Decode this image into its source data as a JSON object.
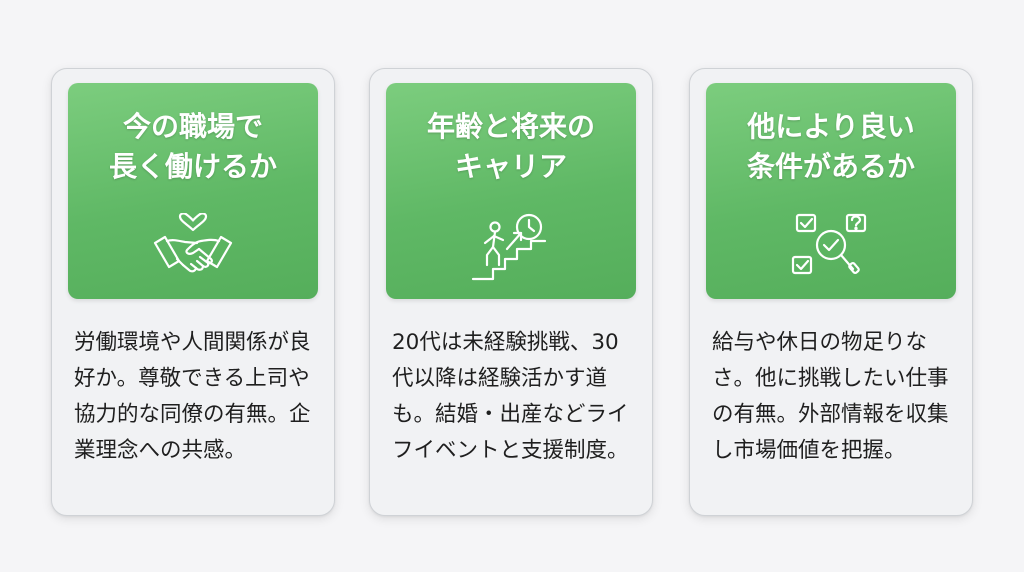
{
  "cards": [
    {
      "title": "今の職場で\n長く働けるか",
      "icon": "handshake-heart-icon",
      "body": "労働環境や人間関係が良好か。尊敬できる上司や協力的な同僚の有無。企業理念への共感。"
    },
    {
      "title": "年齢と将来の\nキャリア",
      "icon": "career-stairs-clock-icon",
      "body": "20代は未経験挑戦、30代以降は経験活かす道も。結婚・出産などライフイベントと支援制度。"
    },
    {
      "title": "他により良い\n条件があるか",
      "icon": "checklist-magnifier-icon",
      "body": "給与や休日の物足りなさ。他に挑戦したい仕事の有無。外部情報を収集し市場価値を把握。"
    }
  ],
  "colors": {
    "header_green": "#5fb865",
    "card_background": "#f1f2f4",
    "text": "#1f1f1f"
  }
}
